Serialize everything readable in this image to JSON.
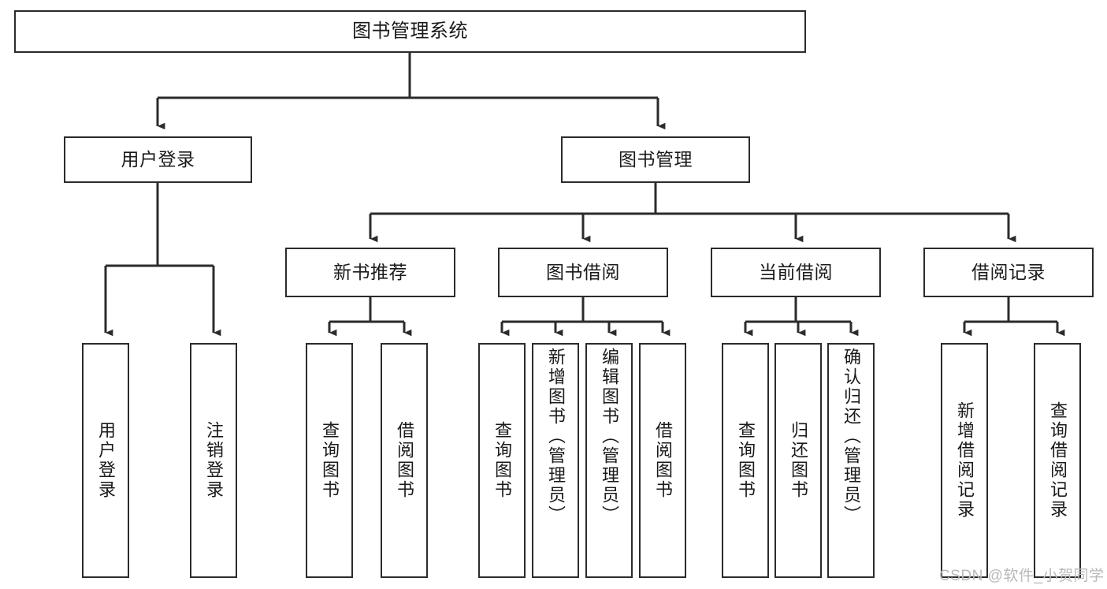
{
  "diagram": {
    "title": "图书管理系统",
    "type": "tree",
    "watermark": "CSDN @软件_小贺同学",
    "colors": {
      "stroke": "#2b2b2b",
      "fill": "#ffffff",
      "text": "#1a1a1a",
      "watermark": "#b9b9b9"
    },
    "levels": {
      "root": "图书管理系统",
      "level1": [
        "用户登录",
        "图书管理"
      ],
      "level2": [
        "新书推荐",
        "图书借阅",
        "当前借阅",
        "借阅记录"
      ]
    },
    "nodes": {
      "root": {
        "label": "图书管理系统"
      },
      "user_login": {
        "label": "用户登录"
      },
      "book_manage": {
        "label": "图书管理"
      },
      "new_book_rec": {
        "label": "新书推荐"
      },
      "book_borrow": {
        "label": "图书借阅"
      },
      "current_borrow": {
        "label": "当前借阅"
      },
      "borrow_record": {
        "label": "借阅记录"
      },
      "leaf_user_login": {
        "label": "用户登录"
      },
      "leaf_user_logout": {
        "label": "注销登录"
      },
      "leaf_rec_query": {
        "label": "查询图书"
      },
      "leaf_rec_borrow": {
        "label": "借阅图书"
      },
      "leaf_borrow_query": {
        "label": "查询图书"
      },
      "leaf_borrow_add": {
        "label": "新增图书（管理员）"
      },
      "leaf_borrow_edit": {
        "label": "编辑图书（管理员）"
      },
      "leaf_borrow_lend": {
        "label": "借阅图书"
      },
      "leaf_cur_query": {
        "label": "查询图书"
      },
      "leaf_cur_return": {
        "label": "归还图书"
      },
      "leaf_cur_confirm": {
        "label": "确认归还（管理员）"
      },
      "leaf_rec_add": {
        "label": "新增借阅记录"
      },
      "leaf_rec_query2": {
        "label": "查询借阅记录"
      }
    },
    "edges": [
      {
        "from": "root",
        "to": "user_login"
      },
      {
        "from": "root",
        "to": "book_manage"
      },
      {
        "from": "user_login",
        "to": "leaf_user_login"
      },
      {
        "from": "user_login",
        "to": "leaf_user_logout"
      },
      {
        "from": "book_manage",
        "to": "new_book_rec"
      },
      {
        "from": "book_manage",
        "to": "book_borrow"
      },
      {
        "from": "book_manage",
        "to": "current_borrow"
      },
      {
        "from": "book_manage",
        "to": "borrow_record"
      },
      {
        "from": "new_book_rec",
        "to": "leaf_rec_query"
      },
      {
        "from": "new_book_rec",
        "to": "leaf_rec_borrow"
      },
      {
        "from": "book_borrow",
        "to": "leaf_borrow_query"
      },
      {
        "from": "book_borrow",
        "to": "leaf_borrow_add"
      },
      {
        "from": "book_borrow",
        "to": "leaf_borrow_edit"
      },
      {
        "from": "book_borrow",
        "to": "leaf_borrow_lend"
      },
      {
        "from": "current_borrow",
        "to": "leaf_cur_query"
      },
      {
        "from": "current_borrow",
        "to": "leaf_cur_return"
      },
      {
        "from": "current_borrow",
        "to": "leaf_cur_confirm"
      },
      {
        "from": "borrow_record",
        "to": "leaf_rec_add"
      },
      {
        "from": "borrow_record",
        "to": "leaf_rec_query2"
      }
    ]
  }
}
